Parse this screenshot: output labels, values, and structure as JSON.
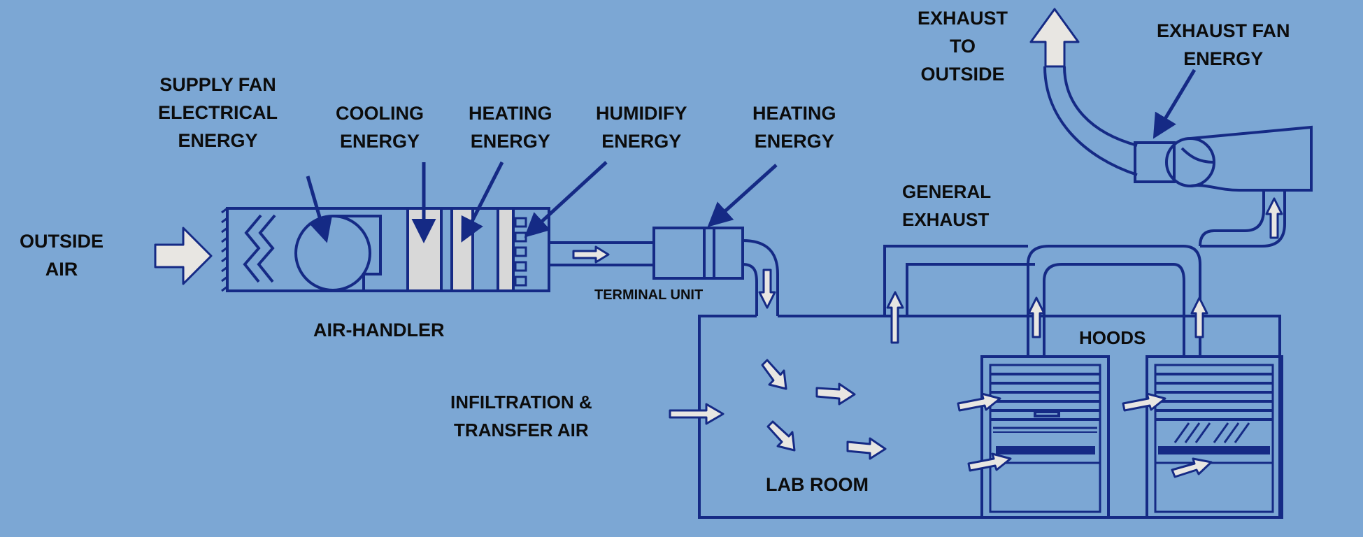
{
  "labels": {
    "outside_air": [
      "OUTSIDE",
      "AIR"
    ],
    "supply_fan": [
      "SUPPLY FAN",
      "ELECTRICAL",
      "ENERGY"
    ],
    "cooling": [
      "COOLING",
      "ENERGY"
    ],
    "heating1": [
      "HEATING",
      "ENERGY"
    ],
    "humidify": [
      "HUMIDIFY",
      "ENERGY"
    ],
    "heating2": [
      "HEATING",
      "ENERGY"
    ],
    "air_handler": "AIR-HANDLER",
    "terminal_unit": "TERMINAL UNIT",
    "general_exhaust": [
      "GENERAL",
      "EXHAUST"
    ],
    "exhaust_to_outside": [
      "EXHAUST",
      "TO",
      "OUTSIDE"
    ],
    "exhaust_fan": [
      "EXHAUST FAN",
      "ENERGY"
    ],
    "infiltration": [
      "INFILTRATION &",
      "TRANSFER AIR"
    ],
    "lab_room": "LAB ROOM",
    "hoods": "HOODS"
  },
  "colors": {
    "background": "#7ca7d4",
    "line": "#152a85",
    "arrow_fill": "#e8e6e2",
    "coil_fill": "#d8d8d8",
    "text": "#0c0c0c"
  }
}
